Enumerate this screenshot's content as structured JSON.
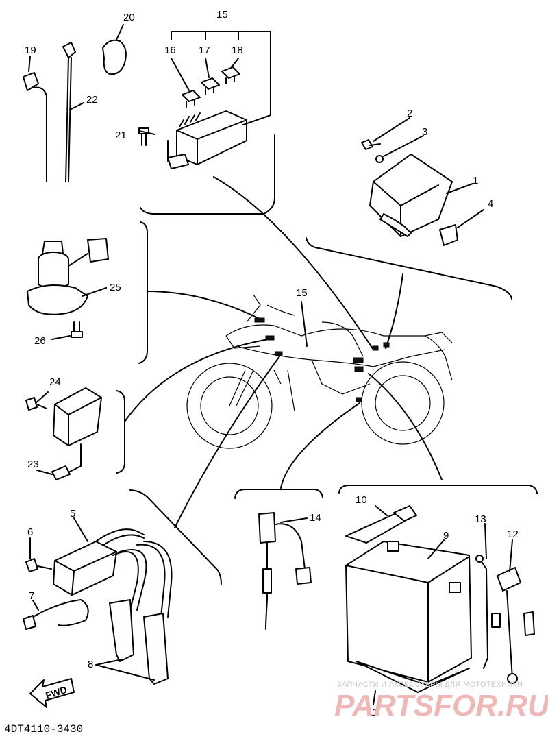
{
  "labels": {
    "l1": "1",
    "l2": "2",
    "l3": "3",
    "l4": "4",
    "l5": "5",
    "l6": "6",
    "l7": "7",
    "l8": "8",
    "l9": "9",
    "l10": "10",
    "l11": "11",
    "l12": "12",
    "l13": "13",
    "l14": "14",
    "l15_top": "15",
    "l15_mid": "15",
    "l16": "16",
    "l17": "17",
    "l18": "18",
    "l19": "19",
    "l20": "20",
    "l21": "21",
    "l22": "22",
    "l23": "23",
    "l24": "24",
    "l25": "25",
    "l26": "26"
  },
  "fwd_label": "FWD",
  "diagram_ref": "4DT4110-3430",
  "watermark": {
    "line1": "ЗАПЧАСТИ И АКСЕССУАРЫ ДЛЯ МОТОТЕХНИКИ",
    "line2": "PARTSFOR.RU"
  }
}
